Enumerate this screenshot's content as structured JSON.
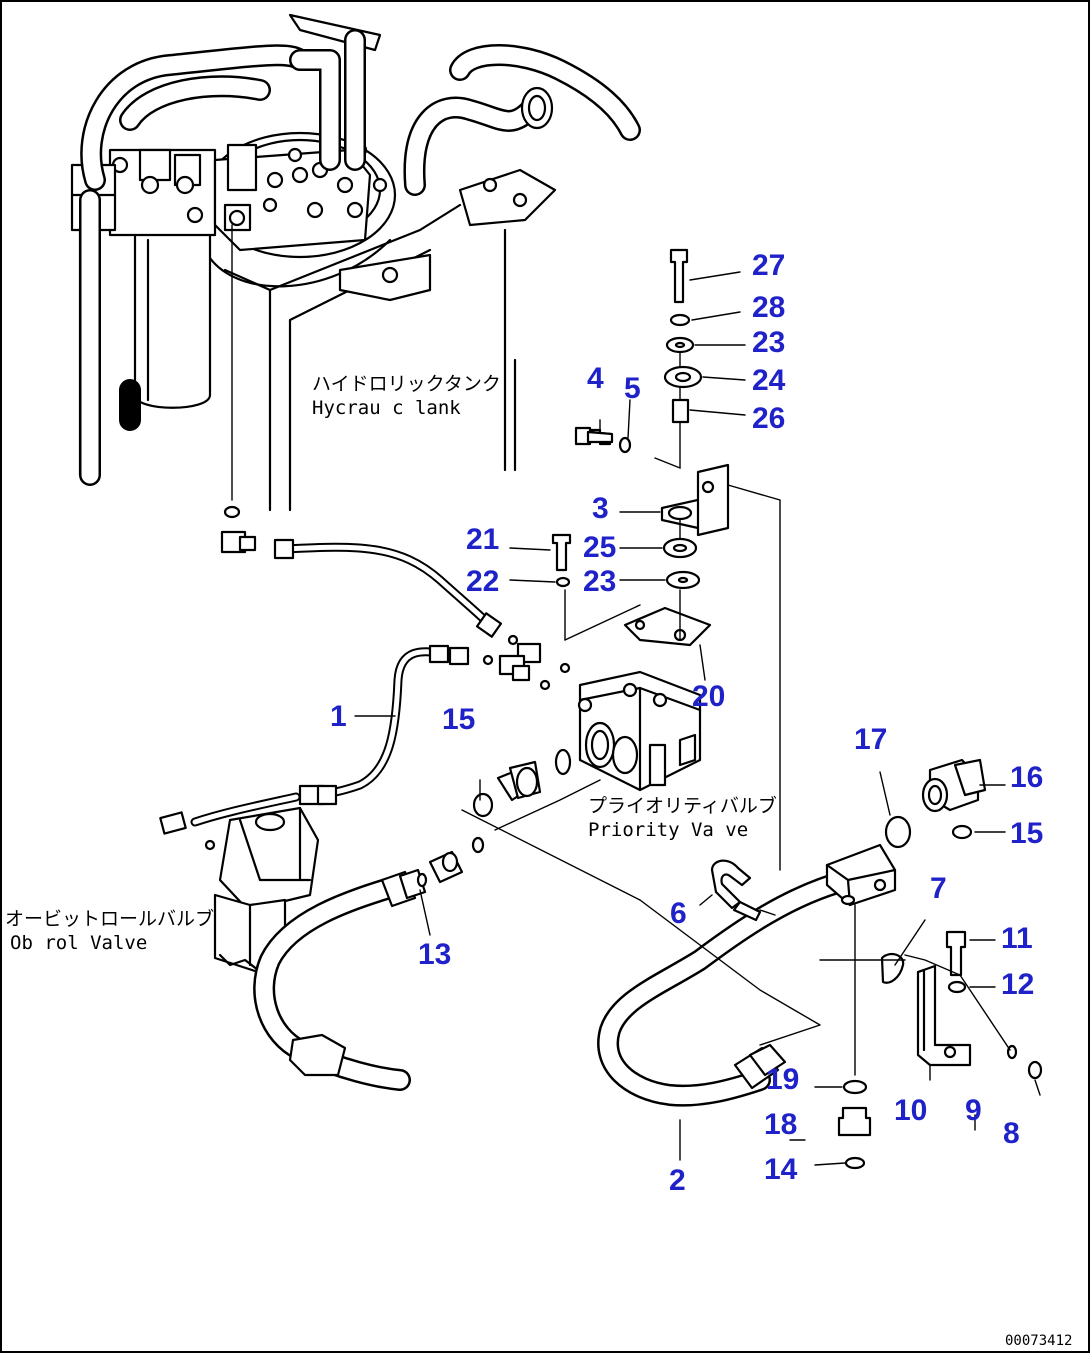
{
  "captions": {
    "tank_jp": "ハイドロリックタンク",
    "tank_en": "Hycrau  c lank",
    "priority_jp": "プライオリティバルブ",
    "priority_en": "Priority Va ve",
    "orbit_jp": "オービットロールバルブ",
    "orbit_en": "Ob  rol Valve"
  },
  "drawing_code": "00073412",
  "callouts": {
    "c1": "1",
    "c2": "2",
    "c3": "3",
    "c4": "4",
    "c5": "5",
    "c6": "6",
    "c7": "7",
    "c8": "8",
    "c9": "9",
    "c10": "10",
    "c11": "11",
    "c12": "12",
    "c13": "13",
    "c14": "14",
    "c15a": "15",
    "c15b": "15",
    "c16": "16",
    "c17": "17",
    "c18": "18",
    "c19": "19",
    "c20": "20",
    "c21": "21",
    "c22": "22",
    "c23a": "23",
    "c23b": "23",
    "c24": "24",
    "c25": "25",
    "c26": "26",
    "c27": "27",
    "c28": "28"
  },
  "colors": {
    "callout": "#1f22c8",
    "line": "#000000"
  }
}
